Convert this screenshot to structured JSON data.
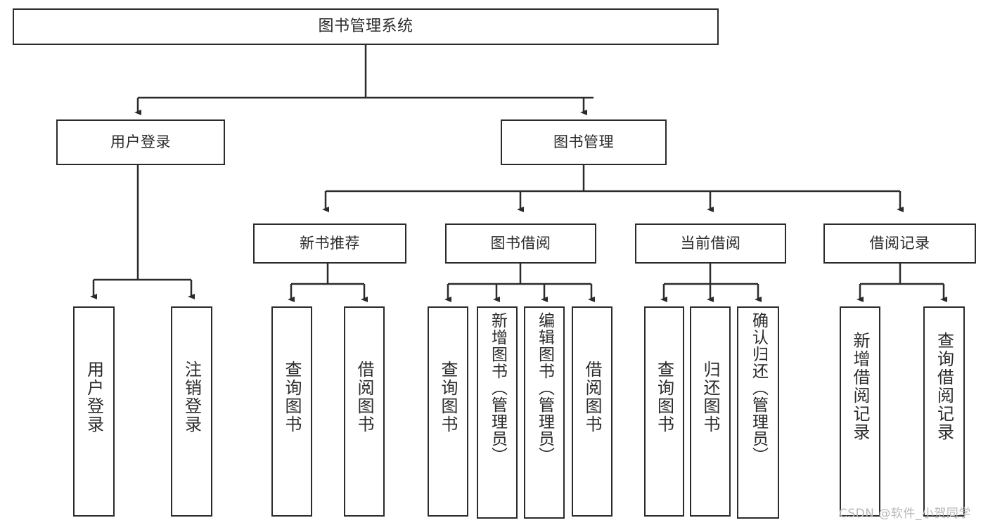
{
  "diagram": {
    "title": "图书管理系统",
    "type": "hierarchy-tree",
    "levels": {
      "root": {
        "label": "图书管理系统"
      },
      "level2": [
        {
          "label": "用户登录"
        },
        {
          "label": "图书管理"
        }
      ],
      "level3": [
        {
          "label": "新书推荐"
        },
        {
          "label": "图书借阅"
        },
        {
          "label": "当前借阅"
        },
        {
          "label": "借阅记录"
        }
      ],
      "leaves_user_login": [
        {
          "label": "用户登录"
        },
        {
          "label": "注销登录"
        }
      ],
      "leaves_new_book": [
        {
          "label": "查询图书"
        },
        {
          "label": "借阅图书"
        }
      ],
      "leaves_book_borrow": [
        {
          "label": "查询图书"
        },
        {
          "label": "新增图书（管理员）"
        },
        {
          "label": "编辑图书（管理员）"
        },
        {
          "label": "借阅图书"
        }
      ],
      "leaves_current_borrow": [
        {
          "label": "查询图书"
        },
        {
          "label": "归还图书"
        },
        {
          "label": "确认归还（管理员）"
        }
      ],
      "leaves_borrow_record": [
        {
          "label": "新增借阅记录"
        },
        {
          "label": "查询借阅记录"
        }
      ]
    }
  },
  "watermark": {
    "text": "CSDN @软件_小贺同学"
  },
  "colors": {
    "stroke": "#2b2b2b",
    "background": "#ffffff",
    "watermark": "#b8b8b8"
  }
}
